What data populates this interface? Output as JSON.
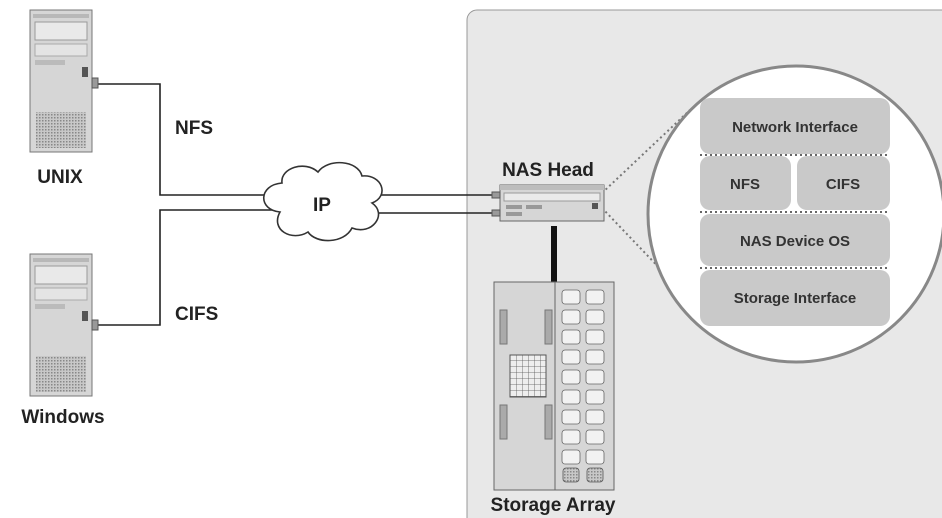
{
  "clients": {
    "unix_label": "UNIX",
    "windows_label": "Windows"
  },
  "protocols": {
    "nfs_label": "NFS",
    "cifs_label": "CIFS"
  },
  "network": {
    "cloud_label": "IP"
  },
  "nas": {
    "head_label": "NAS Head",
    "storage_label": "Storage Array"
  },
  "stack": {
    "network_interface": "Network Interface",
    "nfs": "NFS",
    "cifs": "CIFS",
    "device_os": "NAS Device OS",
    "storage_interface": "Storage Interface"
  },
  "colors": {
    "panel_bg": "#e8e8e8",
    "layer_bg": "#c9c9c9",
    "server_body": "#d6d6d6"
  }
}
